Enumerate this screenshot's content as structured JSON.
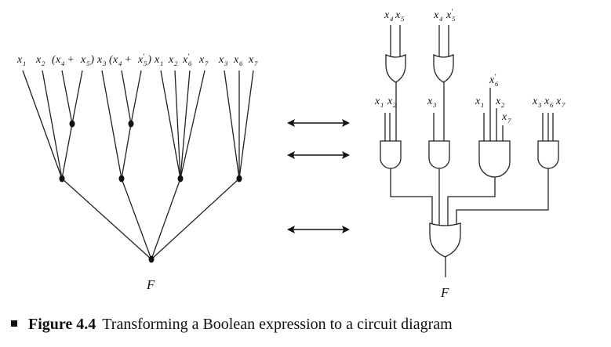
{
  "tree": {
    "leaves": [
      {
        "text": "x",
        "sub": "1",
        "prime": false
      },
      {
        "text": "x",
        "sub": "2",
        "prime": false
      },
      {
        "text": "x",
        "sub": "4",
        "prime": false,
        "prefix": "(",
        "join": "+"
      },
      {
        "text": "x",
        "sub": "5",
        "prime": false,
        "suffix": ")"
      },
      {
        "text": "x",
        "sub": "3",
        "prime": false
      },
      {
        "text": "x",
        "sub": "4",
        "prime": false,
        "prefix": "(",
        "join": "+"
      },
      {
        "text": "x",
        "sub": "5",
        "prime": true,
        "suffix": ")"
      },
      {
        "text": "x",
        "sub": "1",
        "prime": false
      },
      {
        "text": "x",
        "sub": "2",
        "prime": false
      },
      {
        "text": "x",
        "sub": "6",
        "prime": true
      },
      {
        "text": "x",
        "sub": "7",
        "prime": false
      },
      {
        "text": "x",
        "sub": "3",
        "prime": false
      },
      {
        "text": "x",
        "sub": "6",
        "prime": false
      },
      {
        "text": "x",
        "sub": "7",
        "prime": false
      }
    ],
    "root_label": "F"
  },
  "arrows": {
    "count": 3,
    "type": "double-headed"
  },
  "circuit": {
    "or_gate_inputs": [
      {
        "labels": [
          {
            "text": "x",
            "sub": "4",
            "prime": false
          },
          {
            "text": "x",
            "sub": "5",
            "prime": false
          }
        ]
      },
      {
        "labels": [
          {
            "text": "x",
            "sub": "4",
            "prime": false
          },
          {
            "text": "x",
            "sub": "5",
            "prime": true
          }
        ]
      }
    ],
    "and_gate_inputs": [
      {
        "labels": [
          {
            "text": "x",
            "sub": "1",
            "prime": false
          },
          {
            "text": "x",
            "sub": "2",
            "prime": false
          }
        ]
      },
      {
        "labels": [
          {
            "text": "x",
            "sub": "3",
            "prime": false
          }
        ]
      },
      {
        "labels": [
          {
            "text": "x",
            "sub": "1",
            "prime": false
          },
          {
            "text": "x",
            "sub": "6",
            "prime": true
          },
          {
            "text": "x",
            "sub": "2",
            "prime": false
          },
          {
            "text": "x",
            "sub": "7",
            "prime": false
          }
        ]
      },
      {
        "labels": [
          {
            "text": "x",
            "sub": "3",
            "prime": false
          },
          {
            "text": "x",
            "sub": "6",
            "prime": false
          },
          {
            "text": "x",
            "sub": "7",
            "prime": false
          }
        ]
      }
    ],
    "output_label": "F"
  },
  "caption": {
    "number": "Figure 4.4",
    "text": "Transforming a Boolean expression to a circuit diagram"
  }
}
